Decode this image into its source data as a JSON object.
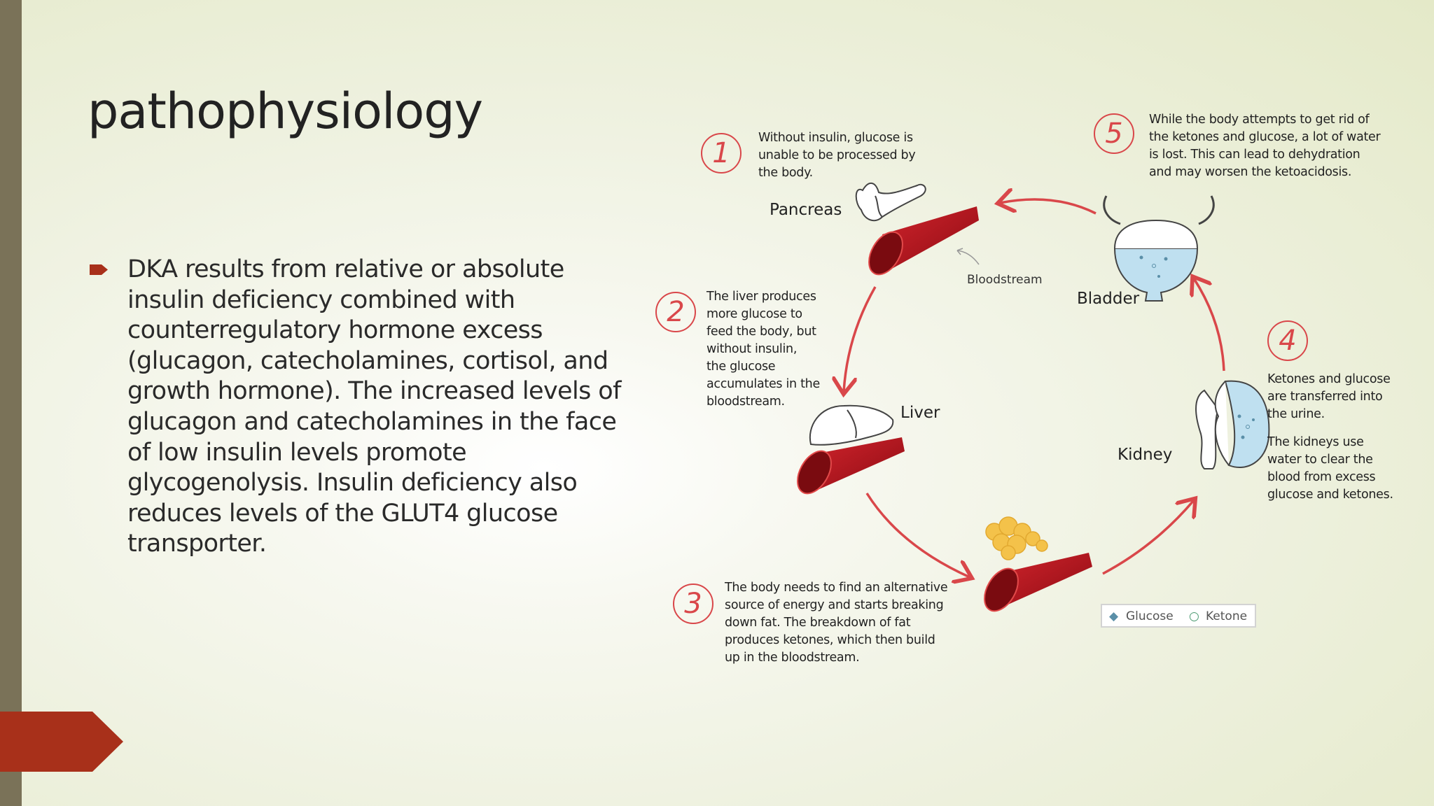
{
  "slide": {
    "title": "pathophysiology",
    "bullet": "DKA results from relative or absolute insulin deficiency combined with counterregulatory hormone excess (glucagon, catecholamines, cortisol, and growth hormone). The increased levels of glucagon and catecholamines in the face of low insulin levels promote glycogenolysis. Insulin deficiency also reduces levels of the GLUT4 glucose transporter."
  },
  "colors": {
    "accent": "#a8301a",
    "sidebar": "#7a7258",
    "diagram_red": "#d9474a",
    "vessel": "#b3141c",
    "urine": "#bfe0f0",
    "fat": "#f4c24a"
  },
  "diagram": {
    "steps": [
      {
        "num": "1",
        "text": "Without insulin, glucose is\nunable to be processed by\nthe body."
      },
      {
        "num": "2",
        "text": "The liver produces\nmore glucose to\nfeed the body, but\nwithout insulin,\nthe glucose\naccumulates in the\nbloodstream."
      },
      {
        "num": "3",
        "text": "The body needs to find an alternative\nsource of energy and starts breaking\ndown fat. The breakdown of fat\nproduces ketones, which then build\nup in the bloodstream."
      },
      {
        "num": "4",
        "text": "Ketones and glucose\nare transferred into\nthe urine."
      },
      {
        "num": "5",
        "text": "While the body attempts to get rid of\nthe ketones and glucose, a lot of water\nis lost. This can lead to dehydration\nand may worsen the ketoacidosis."
      }
    ],
    "kidney_note": "The kidneys use\nwater to clear the\nblood from excess\nglucose and ketones.",
    "labels": {
      "pancreas": "Pancreas",
      "liver": "Liver",
      "kidney": "Kidney",
      "bladder": "Bladder",
      "bloodstream": "Bloodstream"
    },
    "legend": {
      "glucose": "Glucose",
      "ketone": "Ketone"
    }
  },
  "icons": [
    "bullet-arrow-icon",
    "pancreas-icon",
    "liver-icon",
    "kidney-icon",
    "bladder-icon",
    "blood-vessel-icon",
    "fat-cells-icon"
  ]
}
